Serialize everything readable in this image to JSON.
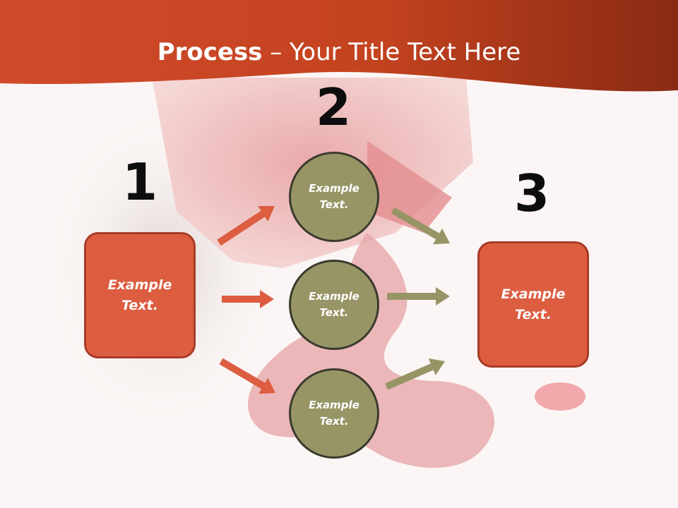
{
  "title": {
    "strong": "Process",
    "rest": " – Your Title Text Here"
  },
  "steps": {
    "one": {
      "number": "1",
      "text": "Example\nText."
    },
    "two": {
      "number": "2",
      "items": [
        "Example\nText.",
        "Example\nText.",
        "Example\nText."
      ]
    },
    "three": {
      "number": "3",
      "text": "Example\nText."
    }
  },
  "colors": {
    "banner": "#c8452a",
    "box_fill": "#dc5d40",
    "circle_fill": "#979566",
    "arrow_left": "#dc5d40",
    "arrow_right": "#979566"
  }
}
